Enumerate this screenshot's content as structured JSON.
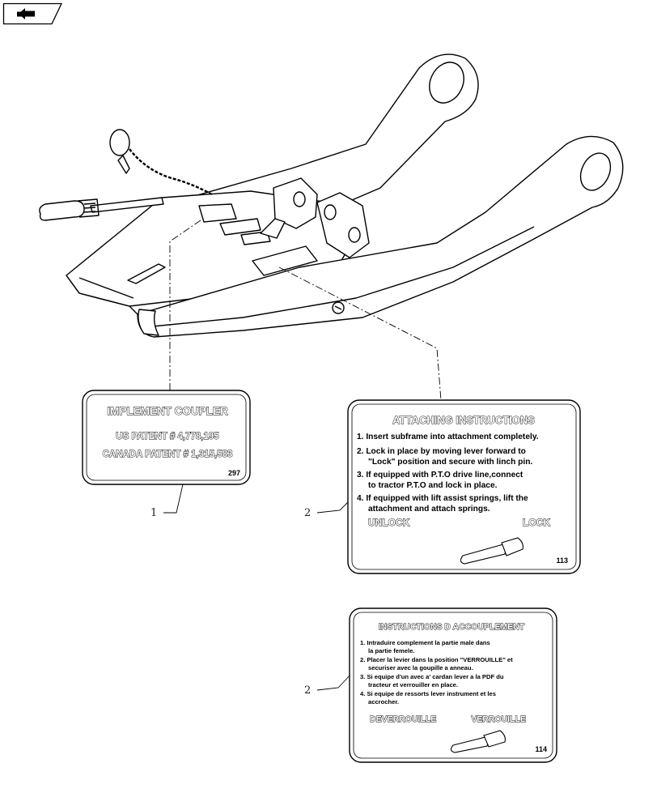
{
  "nav_icon": "back-arrow-icon",
  "colors": {
    "line": "#000000",
    "background": "#ffffff"
  },
  "callouts": {
    "item1": "1",
    "item2a": "2",
    "item2b": "2"
  },
  "decal_coupler": {
    "title": "IMPLEMENT COUPLER",
    "us_patent": "US PATENT # 4,778,195",
    "canada_patent": "CANADA PATENT # 1,315,583",
    "part_number": "297"
  },
  "decal_english": {
    "title": "ATTACHING INSTRUCTIONS",
    "lines": [
      "1. Insert subframe into attachment completely.",
      "2. Lock in place by moving lever forward to",
      "\"Lock\"  position and secure with linch pin.",
      "3. If equipped with P.T.O drive line,connect",
      "to tractor P.T.O and lock in place.",
      "4. If equipped with lift assist springs, lift the",
      "attachment and attach springs."
    ],
    "unlock_label": "UNLOCK",
    "lock_label": "LOCK",
    "part_number": "113"
  },
  "decal_french": {
    "title": "INSTRUCTIONS D ACCOUPLEMENT",
    "lines": [
      "1. Intraduire complement la partie male dans",
      "la partie femele.",
      "2. Placer la levier dans la position \"VERROUILLE\" et",
      "securiser  avec la goupille a anneau.",
      "3. Si equipe d'un avec a' cardan lever a la PDF du",
      "tracteur et verrouiller en place.",
      "4. Si equipe de ressorts lever instrument et les",
      "accrocher."
    ],
    "unlock_label": "DEVERROUILLE",
    "lock_label": "VERROUILLE",
    "part_number": "114"
  }
}
